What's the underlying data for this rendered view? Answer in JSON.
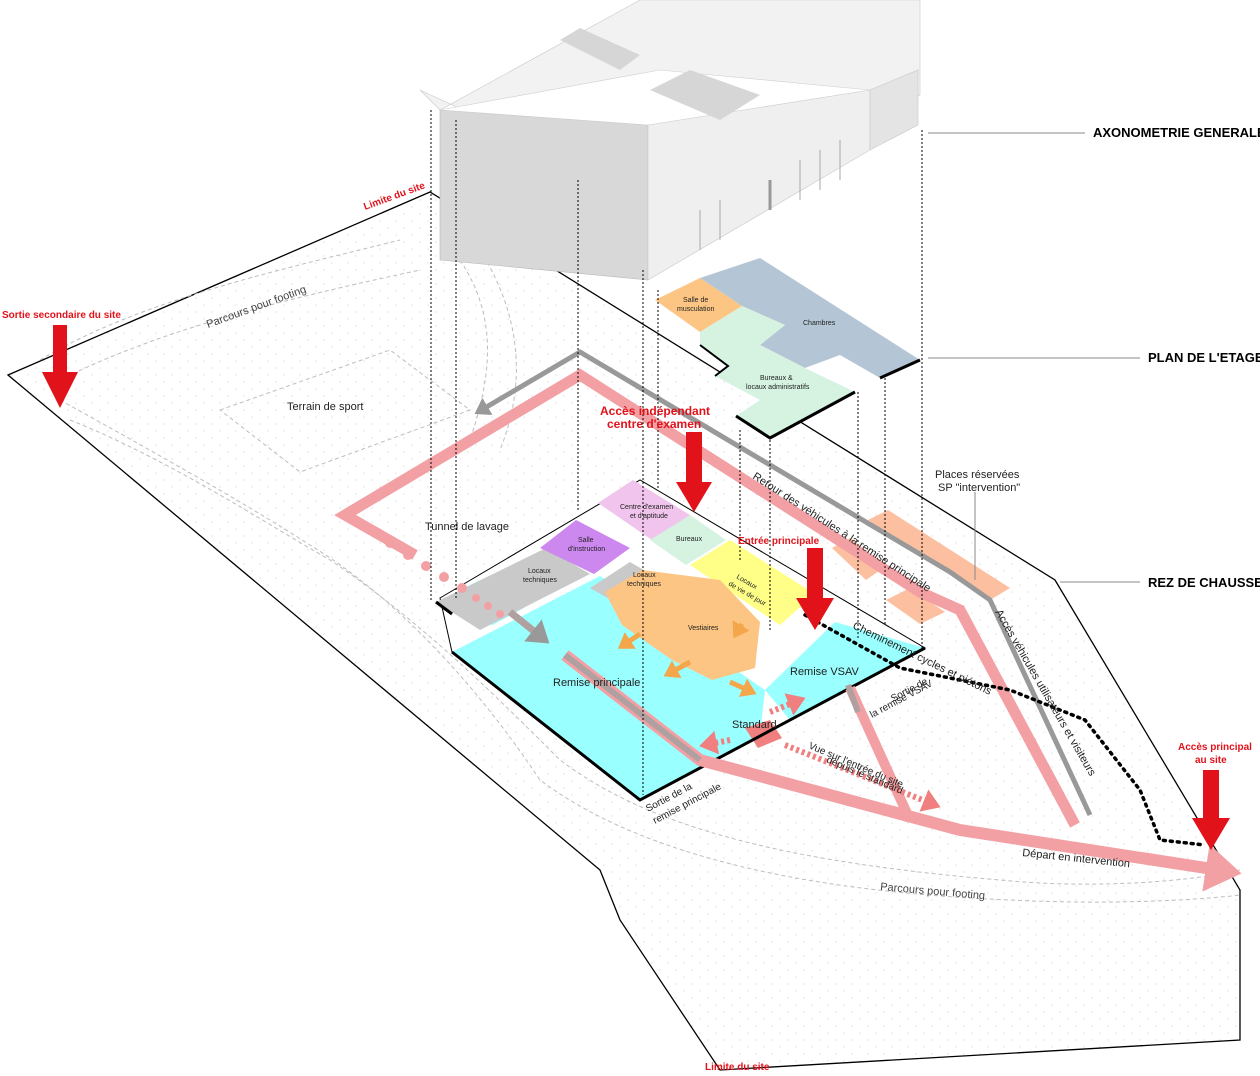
{
  "titles": {
    "axo": "AXONOMETRIE GENERALE",
    "plan": "PLAN DE L'ETAGE",
    "rdc": "REZ DE CHAUSSEE"
  },
  "site": {
    "limit_top": "Limite du site",
    "limit_bottom": "Limite du site",
    "exit_secondary": "Sortie secondaire du site",
    "access_main_1": "Accès principal",
    "access_main_2": "au site",
    "footing_top": "Parcours pour footing",
    "footing_bottom": "Parcours pour footing",
    "sport": "Terrain de sport"
  },
  "upper_floor": {
    "gym_1": "Salle de",
    "gym_2": "musculation",
    "rooms": "Chambres",
    "offices_1": "Bureaux &",
    "offices_2": "locaux administratifs"
  },
  "ground_floor": {
    "access_exam_1": "Accès indépendant",
    "access_exam_2": "centre d'examen",
    "entrance_main": "Entrée principale",
    "exam_center_1": "Centre d'examen",
    "exam_center_2": "et d'aptitude",
    "offices": "Bureaux",
    "instruction_1": "Salle",
    "instruction_2": "d'instruction",
    "tech_1_1": "Locaux",
    "tech_1_2": "techniques",
    "tech_2_1": "Locaux",
    "tech_2_2": "techniques",
    "day_life_1": "Locaux",
    "day_life_2": "de vie de jour",
    "lockers": "Vestiaires",
    "wash_tunnel": "Tunnel de lavage",
    "main_garage": "Remise principale",
    "vsav_garage": "Remise VSAV",
    "standard": "Standard",
    "exit_main_1": "Sortie de la",
    "exit_main_2": "remise principale",
    "exit_vsav_1": "Sortie de",
    "exit_vsav_2": "la remise VSAV",
    "view_1": "Vue sur l'entrée du site",
    "view_2": "depuis le standard",
    "reserved_1": "Places réservées",
    "reserved_2": "SP \"intervention\""
  },
  "flows": {
    "return": "Retour des véhicules à la remise principale",
    "access_vehicles": "Accès véhicules utilisateurs et visiteurs",
    "cycles": "Cheminement cycles et piétons",
    "departure": "Départ en intervention"
  },
  "colors": {
    "cyan": "#99ffff",
    "orange": "#fcc583",
    "purple": "#cc88ee",
    "pink": "#f0c4ec",
    "mint": "#d5f3e0",
    "yellow": "#ffff88",
    "grey": "#c9c9c9",
    "slate": "#b4c6d6",
    "salmon": "#fcbfa0",
    "flow_pink": "#f3a0a4",
    "arrow_red": "#e2121b"
  }
}
